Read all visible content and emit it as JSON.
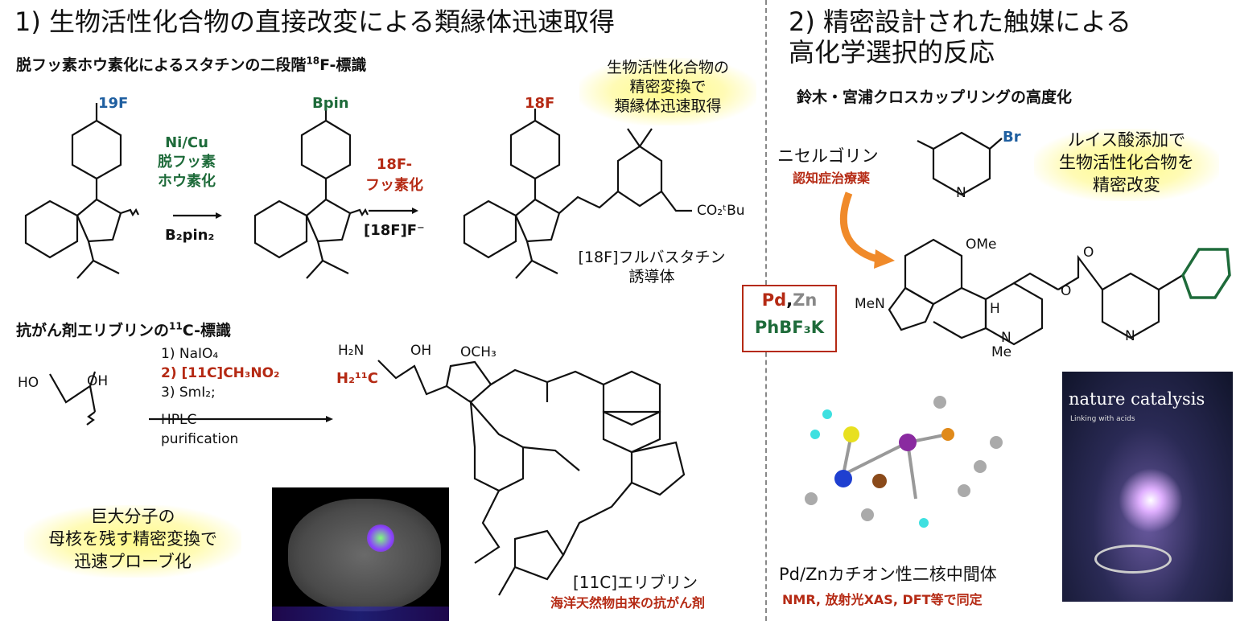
{
  "left": {
    "title": "1) 生物活性化合物の直接改変による類縁体迅速取得",
    "section1": {
      "heading": "脱フッ素ホウ素化によるスタチンの二段階",
      "heading_sup": "18",
      "heading_tail": "F-標識",
      "note": [
        "生物活性化合物の",
        "精密変換で",
        "類縁体迅速取得"
      ],
      "step1_reagent": [
        "Ni/Cu",
        "脱フッ素",
        "ホウ素化"
      ],
      "step1_cond": "B₂pin₂",
      "step2_reagent": [
        "18F-",
        "フッ素化"
      ],
      "step2_cond": "[18F]F⁻",
      "label_19F": "19F",
      "label_bpin": "Bpin",
      "label_18F": "18F",
      "ester": "CO₂ᵗBu",
      "product_name": [
        "[18F]フルバスタチン",
        "誘導体"
      ]
    },
    "section2": {
      "heading": "抗がん剤エリブリンの",
      "heading_sup": "11",
      "heading_tail": "C-標識",
      "conditions": [
        "1) NaIO₄",
        "2) [11C]CH₃NO₂",
        "3) SmI₂;",
        "HPLC",
        "purification"
      ],
      "note": [
        "巨大分子の",
        "母核を残す精密変換で",
        "迅速プローブ化"
      ],
      "product_name": "[11C]エリブリン",
      "product_desc": "海洋天然物由来の抗がん剤",
      "labels": {
        "nh2": "H₂N",
        "oh": "OH",
        "och3": "OCH₃",
        "h2c": "H₂¹¹C",
        "ho": "HO"
      }
    }
  },
  "right": {
    "title": [
      "2) 精密設計された触媒による",
      "高化学選択的反応"
    ],
    "heading": "鈴木・宮浦クロスカップリングの高度化",
    "drug_name": "ニセルゴリン",
    "drug_desc": "認知症治療薬",
    "note": [
      "ルイス酸添加で",
      "生物活性化合物を",
      "精密改変"
    ],
    "catalyst": {
      "pd": "Pd",
      "comma": ",",
      "zn": "Zn",
      "reagent": "PhBF₃K"
    },
    "labels": {
      "br": "Br",
      "n": "N",
      "ome": "OMe",
      "men": "MeN",
      "h": "H",
      "me": "Me",
      "o": "O"
    },
    "intermediate": "Pd/Znカチオン性二核中間体",
    "intermediate_desc": "NMR, 放射光XAS, DFT等で同定",
    "journal": {
      "name": "nature catalysis",
      "subtitle": "Linking with acids"
    }
  },
  "colors": {
    "red": "#b52a14",
    "green": "#1e6b3a",
    "blue": "#1f5fa0",
    "highlight": "#fffa8a"
  }
}
